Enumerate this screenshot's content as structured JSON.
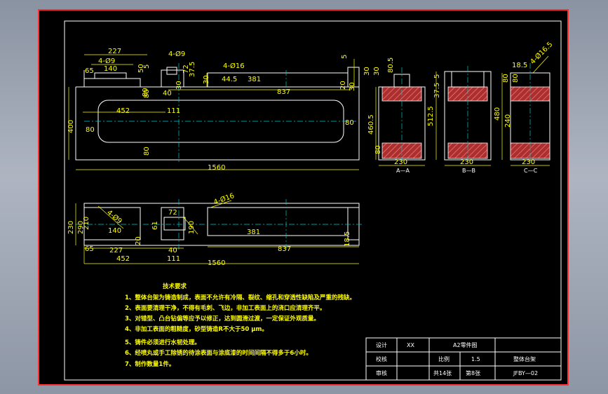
{
  "drawing": {
    "front_view_dims": [
      "227",
      "4-Ø9",
      "140",
      "65",
      "50",
      "5",
      "4-Ø9",
      "72",
      "37.5",
      "30",
      "40",
      "80",
      "30",
      "4-Ø16",
      "44.5",
      "381",
      "5",
      "30",
      "20",
      "30",
      "837",
      "80",
      "452",
      "111",
      "400",
      "80",
      "80",
      "80",
      "1560"
    ],
    "section_aa": {
      "label": "A—A",
      "dims": [
        "80.5",
        "30",
        "460.5",
        "80",
        "230"
      ]
    },
    "section_bb": {
      "label": "B—B",
      "dims": [
        "5",
        "37.5",
        "512.5",
        "230"
      ]
    },
    "section_cc": {
      "label": "C—C",
      "dims": [
        "18.5",
        "4-Ø16.5",
        "80",
        "80",
        "480",
        "240",
        "230"
      ]
    },
    "top_view_dims": [
      "230",
      "290",
      "210",
      "140",
      "4-Ø9",
      "72",
      "61",
      "190",
      "4-Ø16",
      "381",
      "65",
      "227",
      "40",
      "20",
      "837",
      "452",
      "111",
      "18.5",
      "1560"
    ]
  },
  "notes": {
    "title": "技术要求",
    "items": [
      "1、整体台架为铸造制成，表面不允许有冷隔、裂纹、缩孔和穿透性缺陷及严重的残缺。",
      "2、表面要清理干净，不得有毛刺、飞边，非加工表面上的浇口应清理齐平。",
      "3、对错型、凸台钻偏等应予以修正，达到圆滑过渡，一定保证外观质量。",
      "4、非加工表面的粗糙度，砂型铸造R不大于50 μm。",
      "5、铸件必须进行水韧处理。",
      "6、经喷丸或手工除锈的待涂表面与涂底漆的时间间隔不得多于6小时。",
      "7、制作数量1件。"
    ]
  },
  "title_block": {
    "design_label": "设计",
    "design_value": "XX",
    "part_type": "A2零件图",
    "check_label": "校核",
    "scale_label": "比例",
    "scale_value": "1.5",
    "part_name": "整体台架",
    "review_label": "审核",
    "sheet_total": "共14张",
    "sheet_no": "第8张",
    "drawing_no": "JFBY—02"
  },
  "colors": {
    "background": "#000000",
    "outline": "#ffffff",
    "dimension": "#ffff00",
    "center": "#00c8c8",
    "section": "#00ff00",
    "hatch_fill": "#aa3030"
  }
}
